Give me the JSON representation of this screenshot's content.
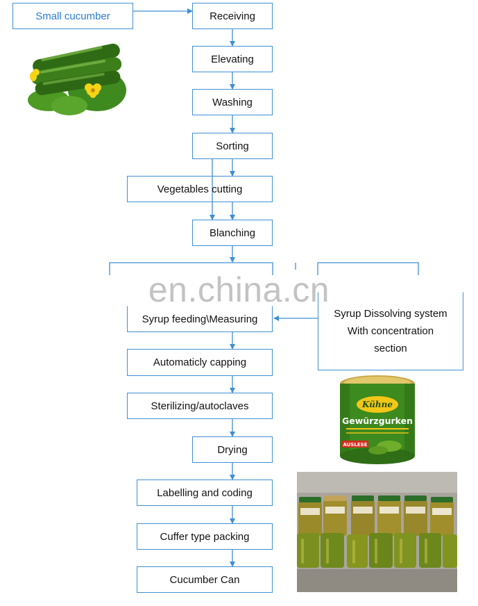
{
  "steps": {
    "small_cucumber": "Small cucumber",
    "receiving": "Receiving",
    "elevating": "Elevating",
    "washing": "Washing",
    "sorting": "Sorting",
    "vegetables_cutting": "Vegetables cutting",
    "blanching": "Blanching",
    "syrup_feeding": "Syrup feeding\\Measuring",
    "syrup_dissolving": [
      "Syrup Dissolving system",
      "With concentration",
      "section"
    ],
    "capping": "Automaticly capping",
    "sterilizing": "Sterilizing/autoclaves",
    "drying": "Drying",
    "labelling": "Labelling and coding",
    "packing": "Cuffer type packing",
    "cucumber_can": "Cucumber Can"
  },
  "watermark": "en.china.cn",
  "can_label": {
    "brand": "Kühne",
    "product": "Gewürzgurken",
    "badge": "AUSLESE"
  },
  "colors": {
    "box_border": "#3f8fd3",
    "arrow": "#3f8fd3",
    "start_text": "#2a7bd6"
  },
  "icons": [
    "cucumber-photo",
    "pickle-can-photo",
    "pickle-jars-photo"
  ]
}
